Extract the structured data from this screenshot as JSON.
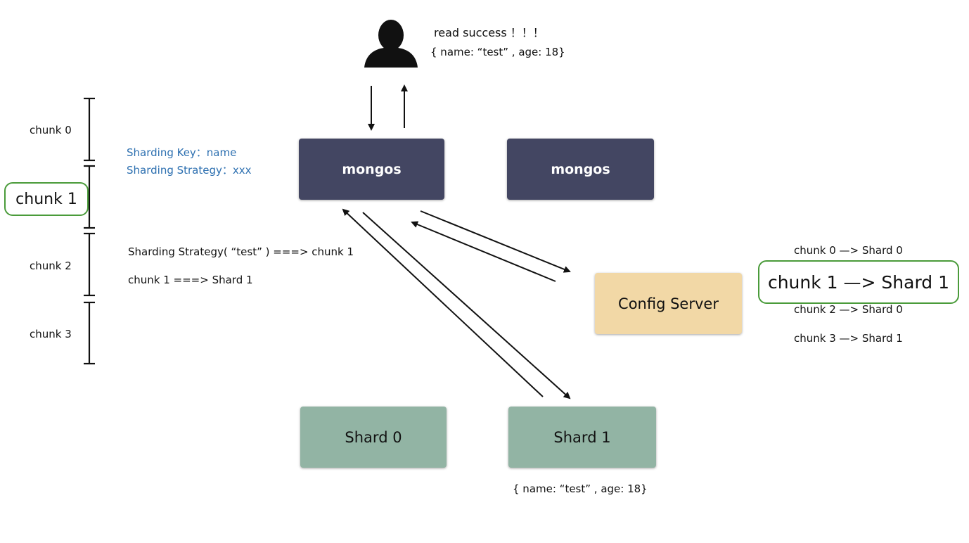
{
  "client": {
    "status": "read success ！！！",
    "document": "{ name: “test” , age: 18}"
  },
  "mongos_left": "mongos",
  "mongos_right": "mongos",
  "config_server": "Config Server",
  "shard0": "Shard 0",
  "shard1": "Shard 1",
  "shard1_document": "{ name: “test” , age: 18}",
  "sharding": {
    "key": "Sharding Key：name",
    "strategy": "Sharding Strategy：xxx",
    "rule": "Sharding Strategy( “test” )  ===>  chunk 1",
    "mapping": "chunk 1  ===>  Shard 1"
  },
  "chunks": [
    "chunk 0",
    "chunk 1",
    "chunk 2",
    "chunk 3"
  ],
  "chunk_map": [
    "chunk 0 —>  Shard 0",
    "chunk 1 —>  Shard 1",
    "chunk 2 —>  Shard 0",
    "chunk 3 —>  Shard 1"
  ],
  "colors": {
    "mongos": "#434662",
    "config_server": "#f2d8a6",
    "shard": "#92b4a4",
    "highlight": "#4a9b3a",
    "blue_text": "#2c6fb0"
  }
}
